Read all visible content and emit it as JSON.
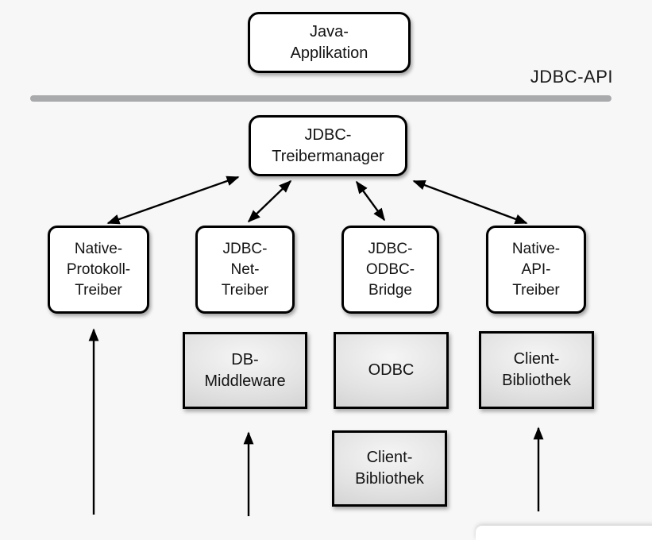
{
  "labels": {
    "jdbc_api": "JDBC-API"
  },
  "nodes": {
    "java_application": {
      "lines": [
        "Java-",
        "Applikation"
      ]
    },
    "treibermanager": {
      "lines": [
        "JDBC-",
        "Treibermanager"
      ]
    },
    "native_protokoll_treiber": {
      "lines": [
        "Native-",
        "Protokoll-",
        "Treiber"
      ]
    },
    "jdbc_net_treiber": {
      "lines": [
        "JDBC-",
        "Net-",
        "Treiber"
      ]
    },
    "jdbc_odbc_bridge": {
      "lines": [
        "JDBC-",
        "ODBC-",
        "Bridge"
      ]
    },
    "native_api_treiber": {
      "lines": [
        "Native-",
        "API-",
        "Treiber"
      ]
    },
    "db_middleware": {
      "lines": [
        "DB-",
        "Middleware"
      ]
    },
    "odbc": {
      "lines": [
        "ODBC"
      ]
    },
    "client_bibliothek_odbc": {
      "lines": [
        "Client-",
        "Bibliothek"
      ]
    },
    "client_bibliothek_native": {
      "lines": [
        "Client-",
        "Bibliothek"
      ]
    }
  },
  "connections": [
    {
      "from": "treibermanager",
      "to": "native_protokoll_treiber",
      "type": "bidirectional"
    },
    {
      "from": "treibermanager",
      "to": "jdbc_net_treiber",
      "type": "bidirectional"
    },
    {
      "from": "treibermanager",
      "to": "jdbc_odbc_bridge",
      "type": "bidirectional"
    },
    {
      "from": "treibermanager",
      "to": "native_api_treiber",
      "type": "bidirectional"
    },
    {
      "from": "bottom-edge",
      "to": "native_protokoll_treiber",
      "type": "up-arrow"
    },
    {
      "from": "bottom-edge",
      "to": "db_middleware",
      "type": "up-arrow"
    },
    {
      "from": "bottom-edge",
      "to": "client_bibliothek_native",
      "type": "up-arrow"
    }
  ],
  "colors": {
    "background": "#f7f7f7",
    "box_fill_white": "#ffffff",
    "box_fill_gray_light": "#f5f5f5",
    "box_fill_gray_dark": "#c6c6c6",
    "box_border": "#000000",
    "divider_line": "#a9aaac",
    "arrow": "#000000",
    "text": "#131313"
  }
}
